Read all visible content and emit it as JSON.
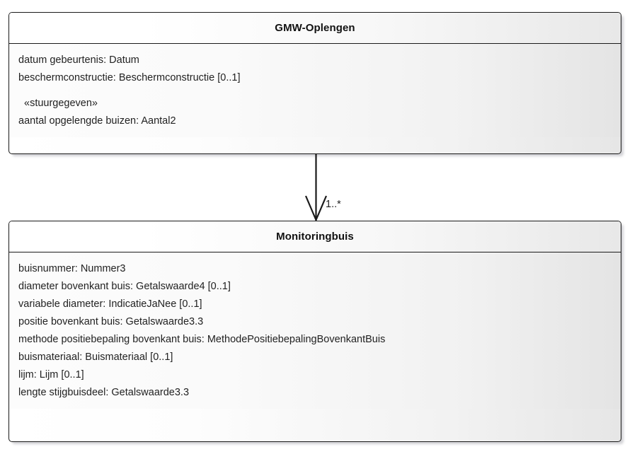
{
  "diagram": {
    "type": "uml-class-diagram",
    "classes": [
      {
        "name": "GMW-Oplengen",
        "attributes": [
          {
            "text": "datum gebeurtenis: Datum",
            "stereotype": false
          },
          {
            "text": "beschermconstructie: Beschermconstructie [0..1]",
            "stereotype": false
          },
          {
            "text": "«stuurgegeven»",
            "stereotype": true
          },
          {
            "text": "aantal opgelengde buizen: Aantal2",
            "stereotype": false
          }
        ]
      },
      {
        "name": "Monitoringbuis",
        "attributes": [
          {
            "text": "buisnummer: Nummer3",
            "stereotype": false
          },
          {
            "text": "diameter bovenkant buis: Getalswaarde4 [0..1]",
            "stereotype": false
          },
          {
            "text": "variabele diameter: IndicatieJaNee [0..1]",
            "stereotype": false
          },
          {
            "text": "positie bovenkant buis: Getalswaarde3.3",
            "stereotype": false
          },
          {
            "text": "methode positiebepaling bovenkant buis: MethodePositiebepalingBovenkantBuis",
            "stereotype": false
          },
          {
            "text": "buismateriaal: Buismateriaal [0..1]",
            "stereotype": false
          },
          {
            "text": "lijm: Lijm [0..1]",
            "stereotype": false
          },
          {
            "text": "lengte stijgbuisdeel: Getalswaarde3.3",
            "stereotype": false
          }
        ]
      }
    ],
    "association": {
      "multiplicity": "1..*",
      "arrow": "open-arrow-down"
    },
    "colors": {
      "border": "#1a1a1a",
      "text": "#222222",
      "title_text": "#111111",
      "fill_light": "#ffffff",
      "fill_dark": "#e4e4e4",
      "shadow": "#82828c"
    }
  }
}
